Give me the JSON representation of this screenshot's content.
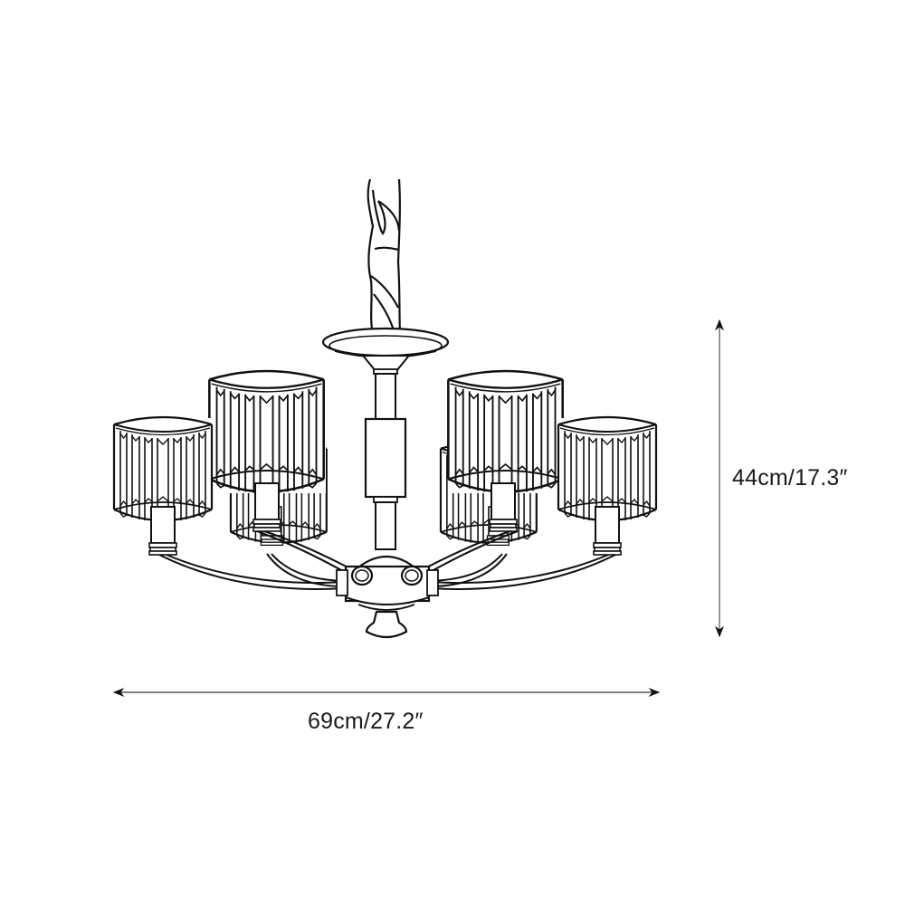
{
  "diagram": {
    "subject": "six-arm chandelier with crystal drum shades",
    "view": "front elevation line drawing",
    "colors": {
      "line": "#111111",
      "dimension_line": "#555555",
      "background": "#ffffff"
    },
    "dimensions": {
      "height": {
        "label": "44cm/17.3″",
        "value_cm": 44,
        "value_in": 17.3,
        "orientation": "vertical"
      },
      "width": {
        "label": "69cm/27.2″",
        "value_cm": 69,
        "value_in": 27.2,
        "orientation": "horizontal"
      }
    },
    "components": [
      "chain",
      "canopy",
      "center-stem",
      "hub",
      "finial",
      "arms",
      "shade-outer-left",
      "shade-inner-left",
      "shade-rear-left",
      "shade-inner-right",
      "shade-rear-right",
      "shade-outer-right"
    ]
  }
}
